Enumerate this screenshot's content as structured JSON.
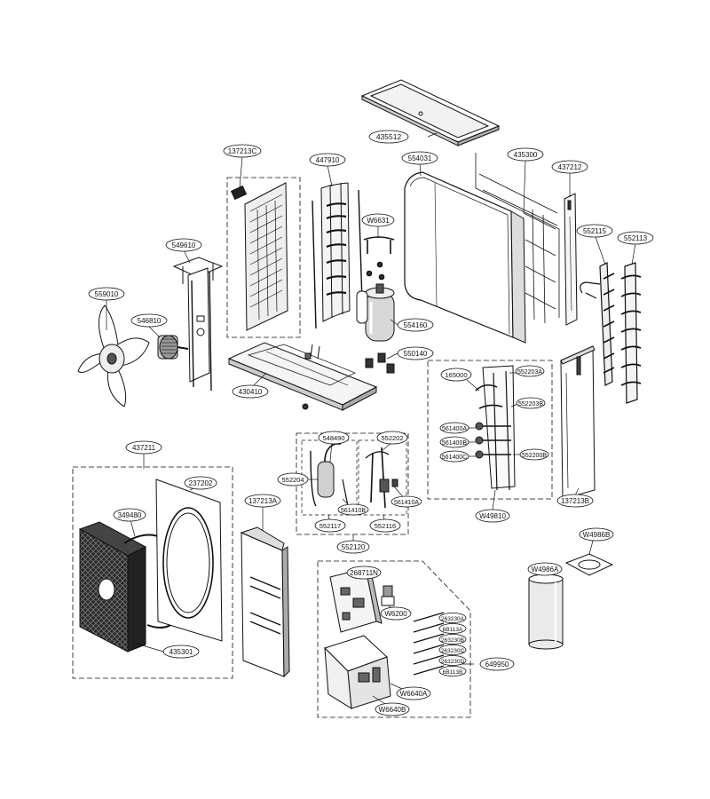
{
  "labels": {
    "l435512": "435512",
    "l137213c": "137213C",
    "l447910": "447910",
    "l554031": "554031",
    "l435300": "435300",
    "l437212": "437212",
    "lw6631": "W6631",
    "l552115": "552115",
    "l552113": "552113",
    "l549610": "549610",
    "l559010": "559010",
    "l546810": "546810",
    "l554160": "554160",
    "l550140": "550140",
    "l430410": "430410",
    "l165000": "165000",
    "l552203a": "552203A",
    "l552203b": "552203B",
    "l561400a": "561400A",
    "l561400b": "561400B",
    "l561400c": "561400C",
    "l552200b": "552200B",
    "lw49810": "W49810",
    "l137213b": "137213B",
    "l437211": "437211",
    "l548490": "548490",
    "l552202": "552202",
    "l237202": "237202",
    "l552204": "552204",
    "l561410b": "561410B",
    "l561410a": "561410A",
    "l552117": "552117",
    "l552116": "552116",
    "l552120": "552120",
    "l349480": "349480",
    "l137213a": "137213A",
    "lw4986b": "W4986B",
    "lw4986a": "W4986A",
    "l268711n": "268711N",
    "lw6200": "W6200",
    "l263230a": "263230A",
    "l6b113a": "6B113A",
    "l263230b": "263230B",
    "l263230c": "263230C",
    "l263230d": "263230D",
    "l6b113b": "6B113B",
    "l649950": "649950",
    "lw6640a": "W6640A",
    "lw6640b": "W6640B",
    "l435301": "435301"
  }
}
